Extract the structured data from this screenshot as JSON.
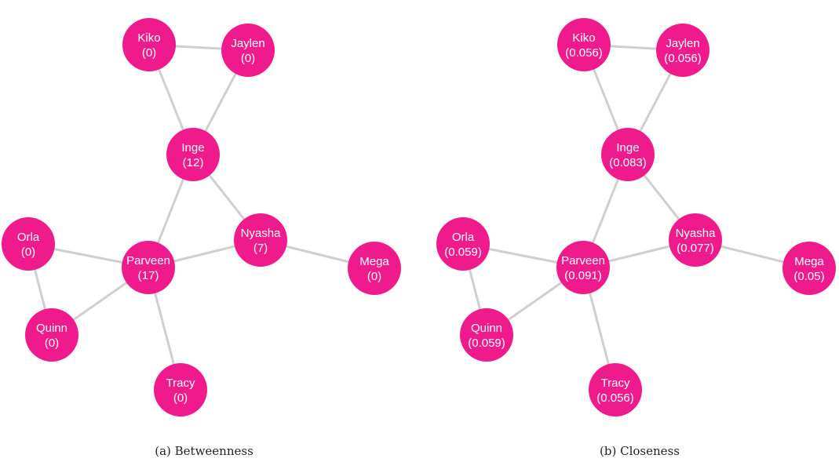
{
  "panels": [
    {
      "id": "betweenness",
      "caption": "(a) Betweenness",
      "nodes": [
        {
          "id": "Kiko",
          "label": "Kiko",
          "value": "(0)"
        },
        {
          "id": "Jaylen",
          "label": "Jaylen",
          "value": "(0)"
        },
        {
          "id": "Inge",
          "label": "Inge",
          "value": "(12)"
        },
        {
          "id": "Nyasha",
          "label": "Nyasha",
          "value": "(7)"
        },
        {
          "id": "Mega",
          "label": "Mega",
          "value": "(0)"
        },
        {
          "id": "Parveen",
          "label": "Parveen",
          "value": "(17)"
        },
        {
          "id": "Orla",
          "label": "Orla",
          "value": "(0)"
        },
        {
          "id": "Quinn",
          "label": "Quinn",
          "value": "(0)"
        },
        {
          "id": "Tracy",
          "label": "Tracy",
          "value": "(0)"
        }
      ]
    },
    {
      "id": "closeness",
      "caption": "(b) Closeness",
      "nodes": [
        {
          "id": "Kiko",
          "label": "Kiko",
          "value": "(0.056)"
        },
        {
          "id": "Jaylen",
          "label": "Jaylen",
          "value": "(0.056)"
        },
        {
          "id": "Inge",
          "label": "Inge",
          "value": "(0.083)"
        },
        {
          "id": "Nyasha",
          "label": "Nyasha",
          "value": "(0.077)"
        },
        {
          "id": "Mega",
          "label": "Mega",
          "value": "(0.05)"
        },
        {
          "id": "Parveen",
          "label": "Parveen",
          "value": "(0.091)"
        },
        {
          "id": "Orla",
          "label": "Orla",
          "value": "(0.059)"
        },
        {
          "id": "Quinn",
          "label": "Quinn",
          "value": "(0.059)"
        },
        {
          "id": "Tracy",
          "label": "Tracy",
          "value": "(0.056)"
        }
      ]
    }
  ],
  "edges": [
    [
      "Kiko",
      "Jaylen"
    ],
    [
      "Kiko",
      "Inge"
    ],
    [
      "Jaylen",
      "Inge"
    ],
    [
      "Inge",
      "Parveen"
    ],
    [
      "Inge",
      "Nyasha"
    ],
    [
      "Nyasha",
      "Parveen"
    ],
    [
      "Nyasha",
      "Mega"
    ],
    [
      "Parveen",
      "Orla"
    ],
    [
      "Parveen",
      "Quinn"
    ],
    [
      "Parveen",
      "Tracy"
    ],
    [
      "Orla",
      "Quinn"
    ]
  ],
  "colors": {
    "node": "#ef1b8c",
    "edge": "#cfcfcf",
    "label": "#ffffff"
  }
}
